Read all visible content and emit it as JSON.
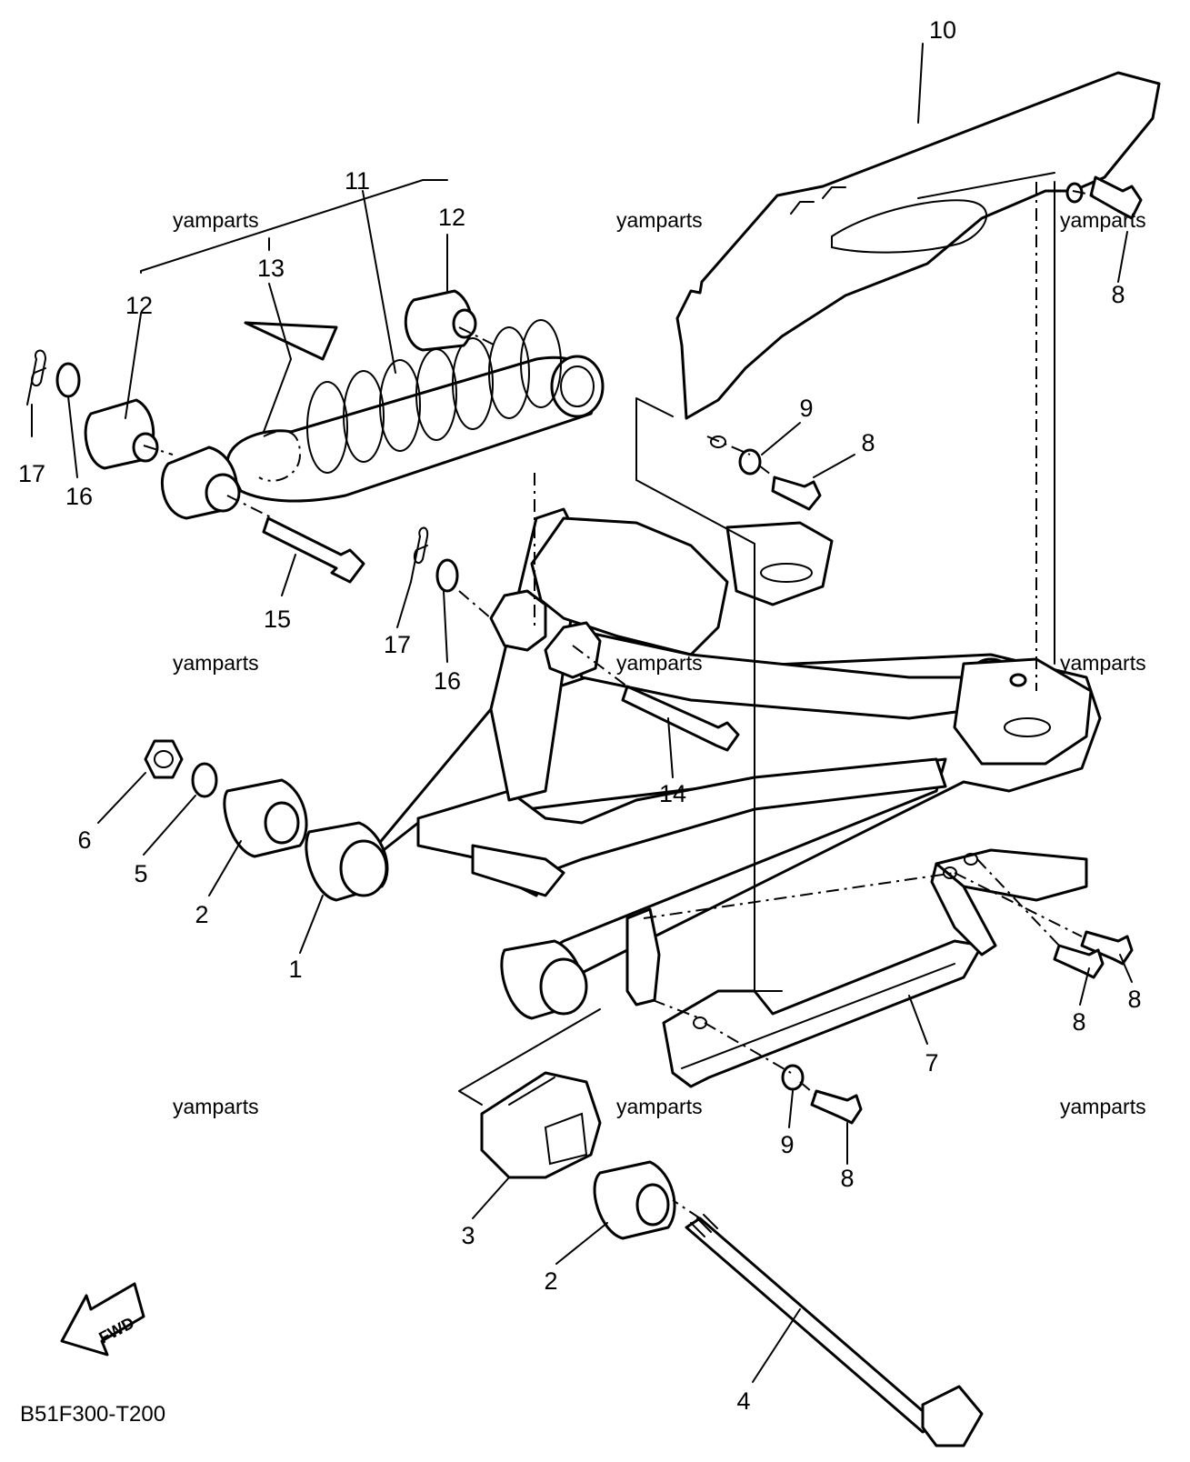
{
  "diagram": {
    "code": "B51F300-T200",
    "fwd_label": "FWD",
    "watermark": "yamparts",
    "callouts": [
      "1",
      "2",
      "2",
      "3",
      "4",
      "5",
      "6",
      "7",
      "8",
      "8",
      "8",
      "8",
      "8",
      "9",
      "9",
      "10",
      "11",
      "12",
      "12",
      "13",
      "14",
      "15",
      "16",
      "16",
      "17",
      "17"
    ]
  }
}
